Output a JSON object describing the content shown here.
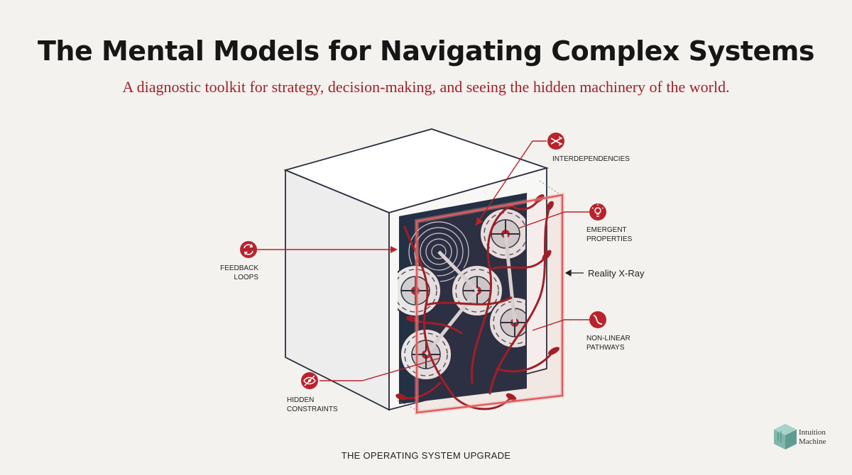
{
  "header": {
    "title": "The Mental Models for Navigating Complex Systems",
    "subtitle": "A diagnostic toolkit for strategy, decision-making, and seeing the hidden machinery of the world."
  },
  "labels": {
    "interdependencies": "INTERDEPENDENCIES",
    "emergent_1": "EMERGENT",
    "emergent_2": "PROPERTIES",
    "feedback_1": "FEEDBACK",
    "feedback_2": "LOOPS",
    "reality_xray": "Reality X-Ray",
    "nonlinear_1": "NON-LINEAR",
    "nonlinear_2": "PATHWAYS",
    "hidden_1": "HIDDEN",
    "hidden_2": "CONSTRAINTS"
  },
  "footer": {
    "text": "THE OPERATING SYSTEM UPGRADE"
  },
  "logo": {
    "line1": "Intuition",
    "line2": "Machine"
  },
  "icons": {
    "interdependencies": "shuffle-icon",
    "emergent": "lightbulb-icon",
    "feedback": "cycle-arrows-icon",
    "nonlinear": "curve-icon",
    "hidden": "eye-slash-icon"
  },
  "colors": {
    "accent": "#b8232d",
    "title": "#161616",
    "background": "#f3f2ee",
    "cube_outline": "#2a2e3e",
    "gear_bg": "#243044"
  }
}
